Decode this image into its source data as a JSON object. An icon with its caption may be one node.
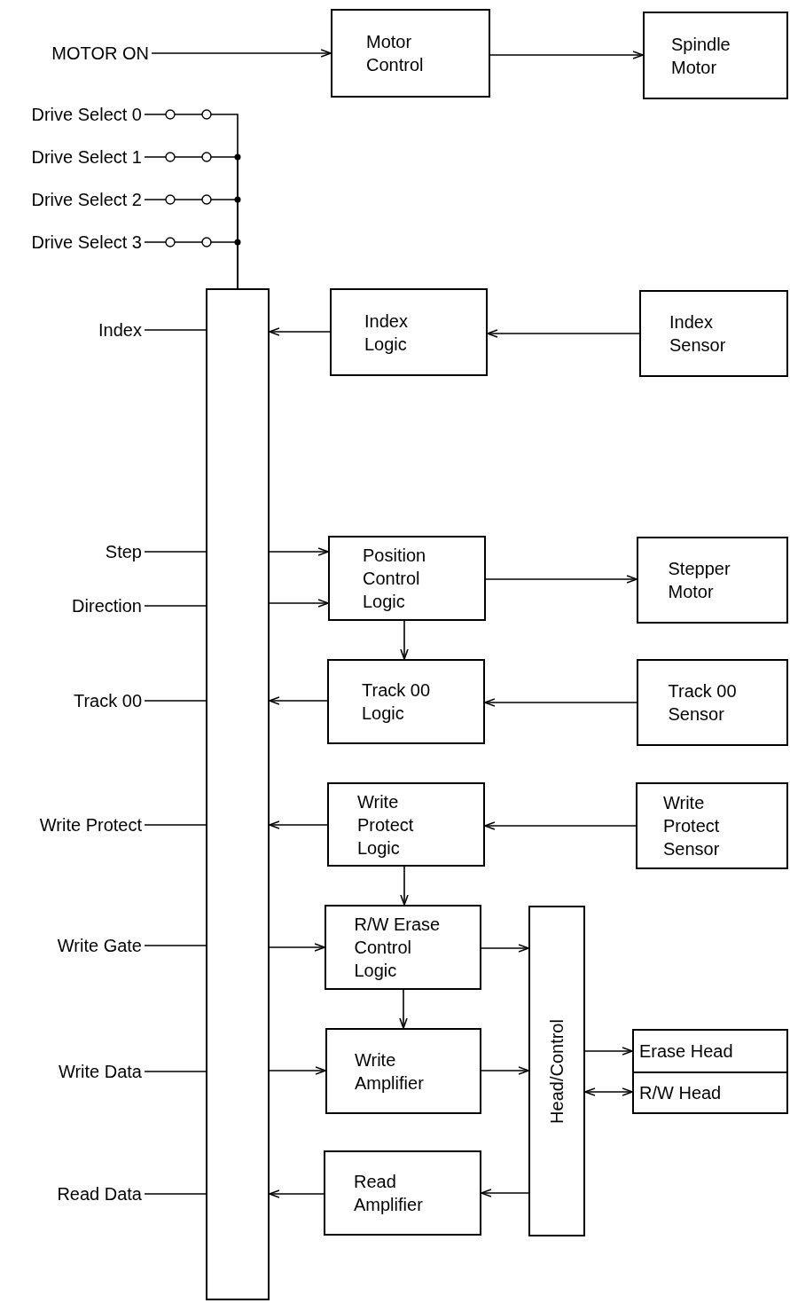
{
  "diagram": {
    "nodes": [
      {
        "text": [
          "MOTOR ON"
        ]
      },
      {
        "text": [
          "Motor Control"
        ]
      },
      {
        "text": [
          "Spindle Motor"
        ]
      },
      {
        "text": [
          "Drive Select 0"
        ]
      },
      {
        "text": [
          "Drive Select 1"
        ]
      },
      {
        "text": [
          "Drive Select 2"
        ]
      },
      {
        "text": [
          "Drive Select 3"
        ]
      },
      {
        "text": [],
        "shape": "bar"
      },
      {
        "text": [
          "Index"
        ]
      },
      {
        "text": [
          "Index Logic"
        ]
      },
      {
        "text": [
          "Index Sensor"
        ]
      },
      {
        "text": [
          "Step"
        ]
      },
      {
        "text": [
          "Direction"
        ]
      },
      {
        "text": [
          "Position Control Logic"
        ]
      },
      {
        "text": [
          "Stepper Motor"
        ]
      },
      {
        "text": [
          "Track 00"
        ]
      },
      {
        "text": [
          "Track 00 Logic"
        ]
      },
      {
        "text": [
          "Track 00 Sensor"
        ]
      },
      {
        "text": [
          "Write Protect"
        ]
      },
      {
        "text": [
          "Write Protect Logic"
        ]
      },
      {
        "text": [
          "Write Protect Sensor"
        ]
      },
      {
        "text": [
          "Write Gate"
        ]
      },
      {
        "text": [
          "R/W Erase Control Logic"
        ]
      },
      {
        "text": [
          "Head/Control"
        ]
      },
      {
        "text": [
          "Write Data"
        ]
      },
      {
        "text": [
          "Write Amplifier"
        ]
      },
      {
        "text": [
          "Erase Head"
        ]
      },
      {
        "text": [
          "R/W Head"
        ]
      },
      {
        "text": [
          "Read Data"
        ]
      },
      {
        "text": [
          "Read Amplifier"
        ]
      }
    ],
    "edges": [
      {
        "from": 0,
        "to": 1,
        "arrow": "to"
      },
      {
        "from": 1,
        "to": 2,
        "arrow": "to"
      },
      {
        "from": 3,
        "to": 7,
        "arrow": "none"
      },
      {
        "from": 4,
        "to": 7,
        "arrow": "none"
      },
      {
        "from": 5,
        "to": 7,
        "arrow": "none"
      },
      {
        "from": 6,
        "to": 7,
        "arrow": "none"
      },
      {
        "from": 8,
        "to": 7,
        "arrow": "none"
      },
      {
        "from": 9,
        "to": 7,
        "arrow": "to"
      },
      {
        "from": 10,
        "to": 9,
        "arrow": "to"
      },
      {
        "from": 11,
        "to": 7,
        "arrow": "none"
      },
      {
        "from": 12,
        "to": 7,
        "arrow": "none"
      },
      {
        "from": 7,
        "to": 13,
        "arrow": "to"
      },
      {
        "from": 7,
        "to": 13,
        "arrow": "to"
      },
      {
        "from": 13,
        "to": 14,
        "arrow": "to"
      },
      {
        "from": 13,
        "to": 16,
        "arrow": "to"
      },
      {
        "from": 15,
        "to": 7,
        "arrow": "none"
      },
      {
        "from": 16,
        "to": 7,
        "arrow": "to"
      },
      {
        "from": 17,
        "to": 16,
        "arrow": "to"
      },
      {
        "from": 18,
        "to": 7,
        "arrow": "none"
      },
      {
        "from": 19,
        "to": 7,
        "arrow": "to"
      },
      {
        "from": 20,
        "to": 19,
        "arrow": "to"
      },
      {
        "from": 19,
        "to": 22,
        "arrow": "to"
      },
      {
        "from": 21,
        "to": 7,
        "arrow": "none"
      },
      {
        "from": 7,
        "to": 22,
        "arrow": "to"
      },
      {
        "from": 22,
        "to": 23,
        "arrow": "to"
      },
      {
        "from": 22,
        "to": 25,
        "arrow": "to"
      },
      {
        "from": 24,
        "to": 7,
        "arrow": "none"
      },
      {
        "from": 7,
        "to": 25,
        "arrow": "to"
      },
      {
        "from": 25,
        "to": 23,
        "arrow": "to"
      },
      {
        "from": 23,
        "to": 26,
        "arrow": "to"
      },
      {
        "from": 23,
        "to": 27,
        "arrow": "both"
      },
      {
        "from": 28,
        "to": 7,
        "arrow": "none"
      },
      {
        "from": 29,
        "to": 7,
        "arrow": "to"
      },
      {
        "from": 23,
        "to": 29,
        "arrow": "to"
      }
    ]
  }
}
